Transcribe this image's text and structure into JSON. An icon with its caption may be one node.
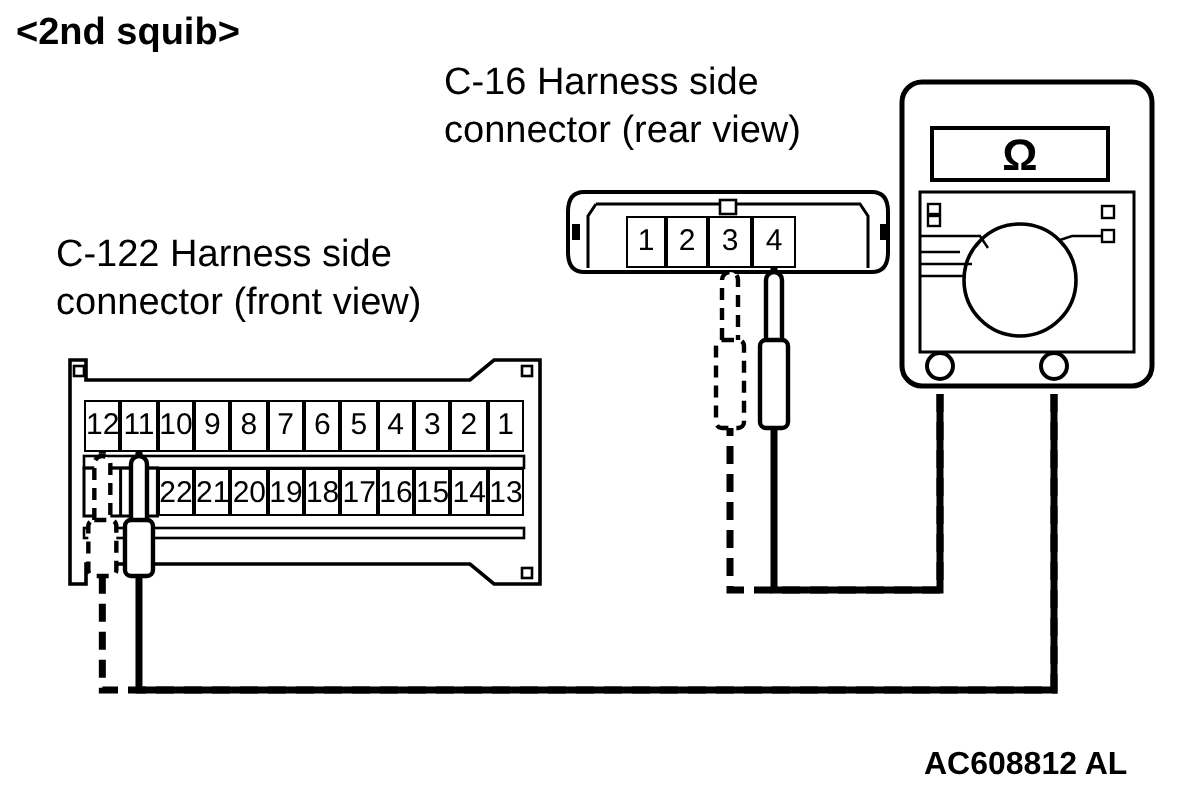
{
  "diagram": {
    "nodes": [
      {
        "text": [
          "C-16 Harness side connector (rear view)"
        ]
      },
      {
        "text": [
          "1"
        ],
        "in": 0
      },
      {
        "text": [
          "2"
        ],
        "in": 0
      },
      {
        "text": [
          "3"
        ],
        "in": 0
      },
      {
        "text": [
          "4"
        ],
        "in": 0
      },
      {
        "text": [
          "Ω"
        ]
      },
      {
        "text": [
          "C-122 Harness side connector (front view)"
        ]
      },
      {
        "text": [
          "12"
        ],
        "in": 6
      },
      {
        "text": [
          "11"
        ],
        "in": 6
      },
      {
        "text": [
          "10"
        ],
        "in": 6
      },
      {
        "text": [
          "9"
        ],
        "in": 6
      },
      {
        "text": [
          "8"
        ],
        "in": 6
      },
      {
        "text": [
          "7"
        ],
        "in": 6
      },
      {
        "text": [
          "6"
        ],
        "in": 6
      },
      {
        "text": [
          "5"
        ],
        "in": 6
      },
      {
        "text": [
          "4"
        ],
        "in": 6
      },
      {
        "text": [
          "3"
        ],
        "in": 6
      },
      {
        "text": [
          "2"
        ],
        "in": 6
      },
      {
        "text": [
          "1"
        ],
        "in": 6
      },
      {
        "text": [
          "22"
        ],
        "in": 6
      },
      {
        "text": [
          "21"
        ],
        "in": 6
      },
      {
        "text": [
          "20"
        ],
        "in": 6
      },
      {
        "text": [
          "19"
        ],
        "in": 6
      },
      {
        "text": [
          "18"
        ],
        "in": 6
      },
      {
        "text": [
          "17"
        ],
        "in": 6
      },
      {
        "text": [
          "16"
        ],
        "in": 6
      },
      {
        "text": [
          "15"
        ],
        "in": 6
      },
      {
        "text": [
          "14"
        ],
        "in": 6
      },
      {
        "text": [
          "13"
        ],
        "in": 6
      }
    ],
    "edges": [
      {
        "from": 5,
        "to": 4,
        "arrow": "none"
      },
      {
        "from": 5,
        "to": 3,
        "arrow": "none",
        "style": "dashed"
      },
      {
        "from": 5,
        "to": 8,
        "arrow": "none"
      },
      {
        "from": 5,
        "to": 7,
        "arrow": "none",
        "style": "dashed"
      }
    ],
    "title": "<2nd squib>",
    "labels": [
      "AC608812 AL"
    ]
  }
}
